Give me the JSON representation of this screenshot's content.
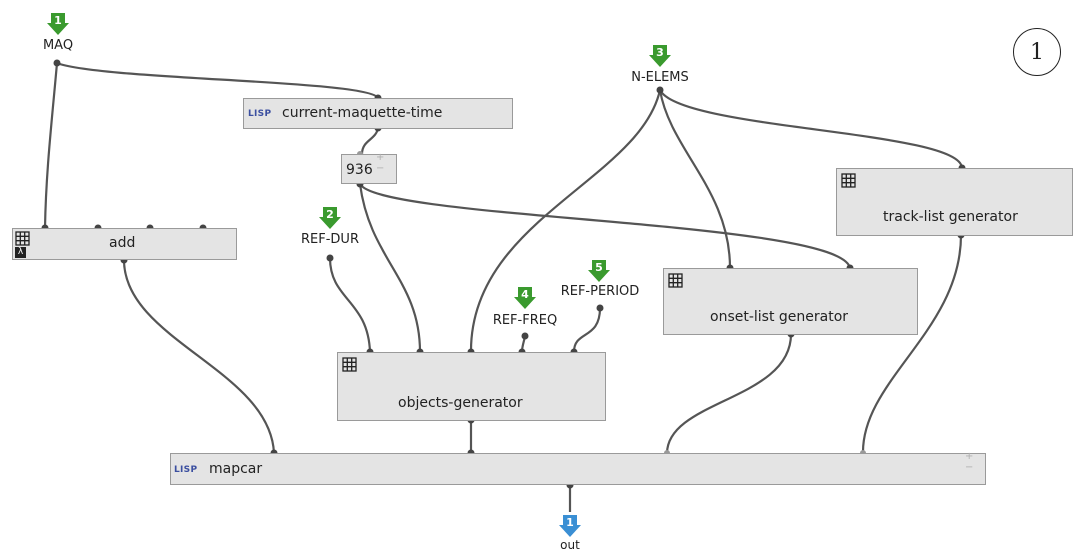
{
  "inputs": [
    {
      "number": "1",
      "label": "MAQ",
      "color": "#3a9a2e"
    },
    {
      "number": "2",
      "label": "REF-DUR",
      "color": "#3a9a2e"
    },
    {
      "number": "3",
      "label": "N-ELEMS",
      "color": "#3a9a2e"
    },
    {
      "number": "4",
      "label": "REF-FREQ",
      "color": "#3a9a2e"
    },
    {
      "number": "5",
      "label": "REF-PERIOD",
      "color": "#3a9a2e"
    }
  ],
  "output": {
    "number": "1",
    "label": "out",
    "color": "#3a8fd4"
  },
  "boxes": {
    "current_maquette_time": {
      "tag": "LISP",
      "label": "current-maquette-time"
    },
    "value_box": {
      "label": "936"
    },
    "add": {
      "label": "add"
    },
    "track_list_generator": {
      "label": "track-list generator"
    },
    "onset_list_generator": {
      "label": "onset-list generator"
    },
    "objects_generator": {
      "label": "objects-generator"
    },
    "mapcar": {
      "tag": "LISP",
      "label": "mapcar"
    }
  },
  "figure_marker": "1"
}
